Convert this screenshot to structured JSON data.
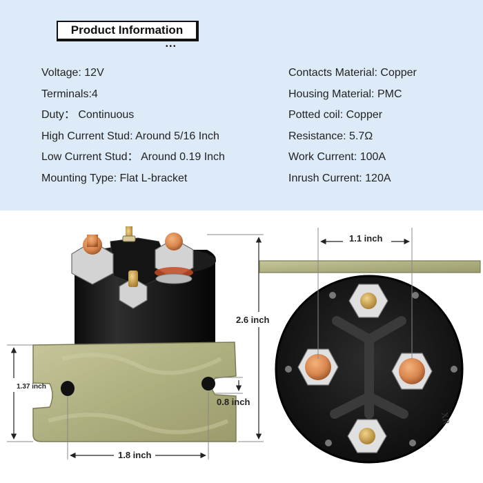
{
  "panel": {
    "title": "Product Information",
    "title_dots": "•••",
    "left_specs": [
      "Voltage: 12V",
      "Terminals:4",
      "Duty： Continuous",
      "High Current Stud: Around 5/16 Inch",
      "Low Current Stud： Around 0.19 Inch",
      "Mounting Type: Flat L-bracket"
    ],
    "right_specs": [
      "Contacts Material: Copper",
      "Housing Material: PMC",
      "Potted coil: Copper",
      "Resistance: 5.7Ω",
      "Work Current: 100A",
      "Inrush Current: 120A"
    ]
  },
  "dimensions": {
    "height": "2.6 inch",
    "bracket_height": "1.37 inch",
    "hole_height": "0.8 inch",
    "bracket_width": "1.8 inch",
    "stud_spacing": "1.1 inch"
  },
  "product_mark": "XR",
  "colors": {
    "panel_bg": "#dcebf7",
    "bracket": "#b5b48a",
    "housing": "#1a1a1a",
    "copper": "#d9864f",
    "brass": "#c8a050"
  }
}
